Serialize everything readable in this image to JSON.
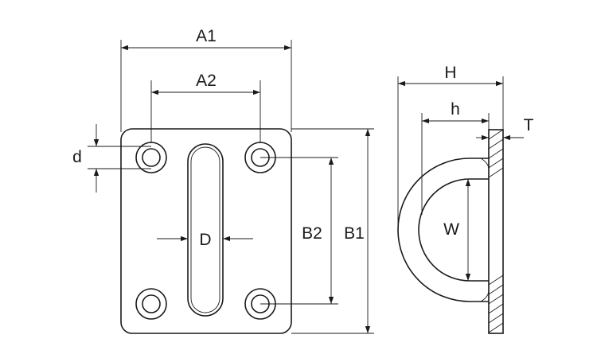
{
  "front_view": {
    "dimensions": {
      "a1": "A1",
      "a2": "A2",
      "b1": "B1",
      "b2": "B2",
      "d_small": "d",
      "d_large": "D"
    }
  },
  "side_view": {
    "dimensions": {
      "h_upper": "H",
      "h_lower": "h",
      "t": "T",
      "w": "W"
    }
  },
  "colors": {
    "line": "#1a1a1a",
    "background": "#ffffff"
  }
}
